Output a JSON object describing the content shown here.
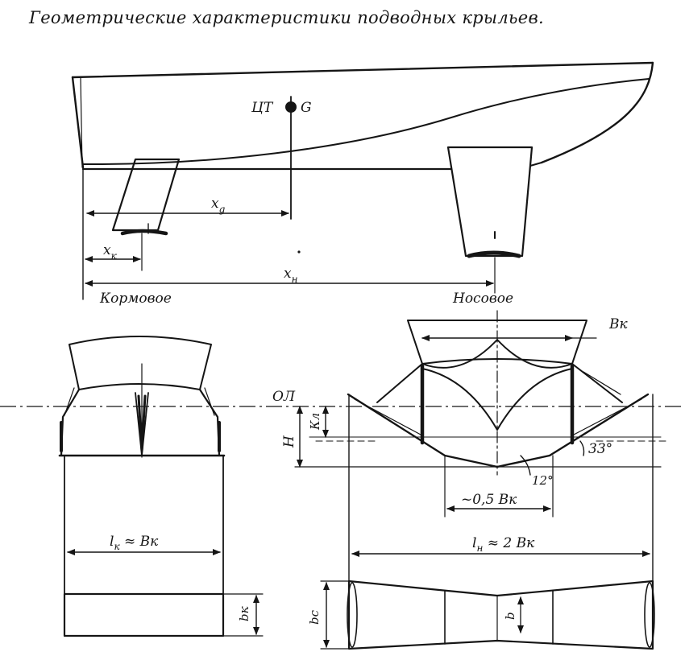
{
  "title": "Геометрические характеристики подводных крыльев.",
  "labels": {
    "cg": "ЦТ",
    "g": "G",
    "xg": "x",
    "xg_sub": "g",
    "xk": "x",
    "xk_sub": "к",
    "xn": "x",
    "xn_sub": "н",
    "stern": "Кормовое",
    "bow": "Носовое",
    "bk_top": "Вк",
    "waterline": "ОЛ",
    "h": "Н",
    "kl": "Кл",
    "angle_33": "33°",
    "angle_12": "12°",
    "half_bk": "~0,5 Вк",
    "lk": "l",
    "lk_sub": "к",
    "lk_rel": "≈ Вк",
    "ln": "l",
    "ln_sub": "н",
    "ln_rel": "≈ 2 Вк",
    "bk_side": "bк",
    "bc": "bc",
    "b": "b"
  }
}
